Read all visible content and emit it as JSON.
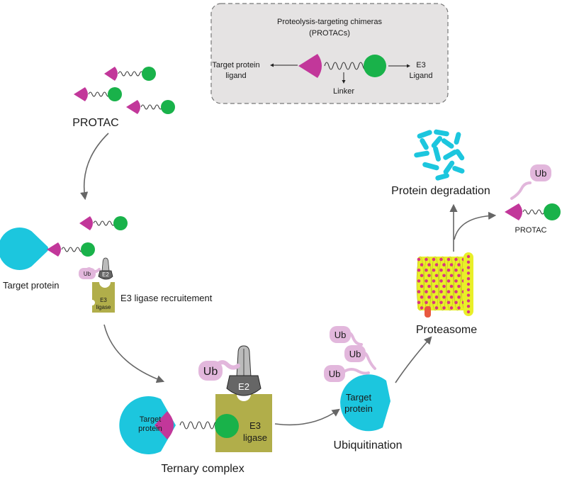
{
  "colors": {
    "magenta": "#c2379a",
    "green": "#19b24a",
    "cyan": "#1cc6de",
    "olive": "#b1ae4a",
    "ub_pink": "#e2b7dc",
    "inset_bg": "#e5e3e3",
    "arrow": "#666666",
    "proteasome_ring": "#e9ef29",
    "proteasome_dot": "#d9377e"
  },
  "inset": {
    "title_line1": "Proteolysis-targeting chimeras",
    "title_line2": "(PROTACs)",
    "target_label_line1": "Target protein",
    "target_label_line2": "ligand",
    "e3_label_line1": "E3",
    "e3_label_line2": "Ligand",
    "linker_label": "Linker"
  },
  "labels": {
    "protac_group": "PROTAC",
    "target_protein": "Target protein",
    "e3_recruitment": "E3 ligase recruitement",
    "e2": "E2",
    "e3_line1": "E3",
    "e3_line2": "ligase",
    "ub": "Ub",
    "target_line1": "Target",
    "target_line2": "protein",
    "ternary_complex": "Ternary complex",
    "ubiquitination": "Ubiquitination",
    "proteasome": "Proteasome",
    "protein_degradation": "Protein degradation",
    "protac_recycled": "PROTAC"
  }
}
